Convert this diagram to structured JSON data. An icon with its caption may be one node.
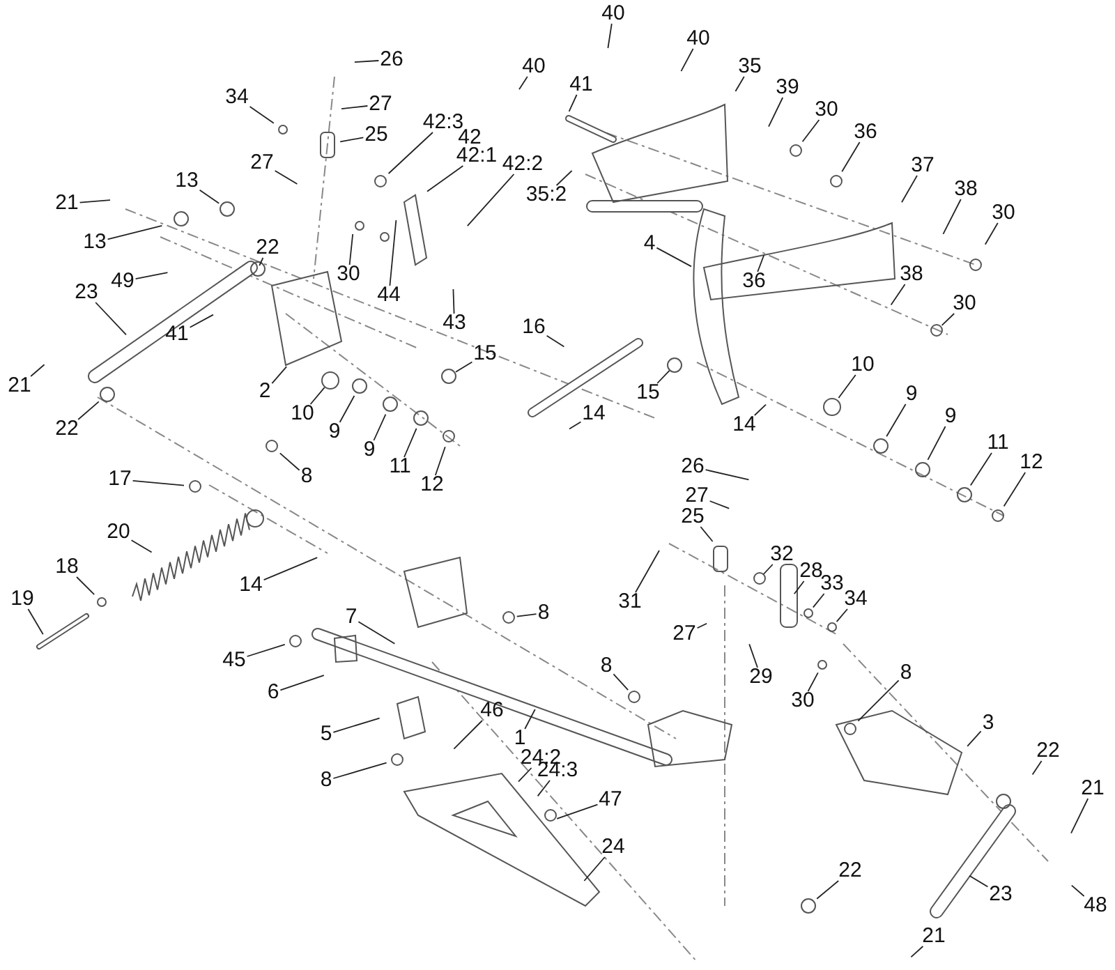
{
  "diagram": {
    "nodes": [
      {
        "text": [
          "26"
        ]
      },
      {
        "text": [
          "27"
        ]
      },
      {
        "text": [
          "34"
        ]
      },
      {
        "text": [
          "25"
        ]
      },
      {
        "text": [
          "27"
        ]
      },
      {
        "text": [
          "40"
        ]
      },
      {
        "text": [
          "42:3"
        ]
      },
      {
        "text": [
          "42:1"
        ]
      },
      {
        "text": [
          "42:2"
        ]
      },
      {
        "text": [
          "13"
        ]
      },
      {
        "text": [
          "21"
        ]
      },
      {
        "text": [
          "13"
        ]
      },
      {
        "text": [
          "49"
        ]
      },
      {
        "text": [
          "22"
        ]
      },
      {
        "text": [
          "30"
        ]
      },
      {
        "text": [
          "44"
        ]
      },
      {
        "text": [
          "43"
        ]
      },
      {
        "text": [
          "23"
        ]
      },
      {
        "text": [
          "16"
        ]
      },
      {
        "text": [
          "41"
        ]
      },
      {
        "text": [
          "15"
        ]
      },
      {
        "text": [
          "21"
        ]
      },
      {
        "text": [
          "2"
        ]
      },
      {
        "text": [
          "10"
        ]
      },
      {
        "text": [
          "9"
        ]
      },
      {
        "text": [
          "9"
        ]
      },
      {
        "text": [
          "11"
        ]
      },
      {
        "text": [
          "12"
        ]
      },
      {
        "text": [
          "22"
        ]
      },
      {
        "text": [
          "8"
        ]
      },
      {
        "text": [
          "17"
        ]
      },
      {
        "text": [
          "20"
        ]
      },
      {
        "text": [
          "18"
        ]
      },
      {
        "text": [
          "14"
        ]
      },
      {
        "text": [
          "19"
        ]
      },
      {
        "text": [
          "8"
        ]
      },
      {
        "text": [
          "7"
        ]
      },
      {
        "text": [
          "45"
        ]
      },
      {
        "text": [
          "6"
        ]
      },
      {
        "text": [
          "5"
        ]
      },
      {
        "text": [
          "46"
        ]
      },
      {
        "text": [
          "1"
        ]
      },
      {
        "text": [
          "8"
        ]
      },
      {
        "text": [
          "24:2"
        ]
      },
      {
        "text": [
          "24:3"
        ]
      },
      {
        "text": [
          "47"
        ]
      },
      {
        "text": [
          "24"
        ]
      },
      {
        "text": [
          "40"
        ]
      },
      {
        "text": [
          "40"
        ]
      },
      {
        "text": [
          "41"
        ]
      },
      {
        "text": [
          "35"
        ]
      },
      {
        "text": [
          "39"
        ]
      },
      {
        "text": [
          "30"
        ]
      },
      {
        "text": [
          "36"
        ]
      },
      {
        "text": [
          "37"
        ]
      },
      {
        "text": [
          "38"
        ]
      },
      {
        "text": [
          "30"
        ]
      },
      {
        "text": [
          "35:2"
        ]
      },
      {
        "text": [
          "4"
        ]
      },
      {
        "text": [
          "36"
        ]
      },
      {
        "text": [
          "38"
        ]
      },
      {
        "text": [
          "30"
        ]
      },
      {
        "text": [
          "10"
        ]
      },
      {
        "text": [
          "15"
        ]
      },
      {
        "text": [
          "9"
        ]
      },
      {
        "text": [
          "14"
        ]
      },
      {
        "text": [
          "14"
        ]
      },
      {
        "text": [
          "9"
        ]
      },
      {
        "text": [
          "11"
        ]
      },
      {
        "text": [
          "12"
        ]
      },
      {
        "text": [
          "26"
        ]
      },
      {
        "text": [
          "27"
        ]
      },
      {
        "text": [
          "25"
        ]
      },
      {
        "text": [
          "32"
        ]
      },
      {
        "text": [
          "28"
        ]
      },
      {
        "text": [
          "33"
        ]
      },
      {
        "text": [
          "34"
        ]
      },
      {
        "text": [
          "31"
        ]
      },
      {
        "text": [
          "27"
        ]
      },
      {
        "text": [
          "8"
        ]
      },
      {
        "text": [
          "8"
        ]
      },
      {
        "text": [
          "29"
        ]
      },
      {
        "text": [
          "30"
        ]
      },
      {
        "text": [
          "3"
        ]
      },
      {
        "text": [
          "22"
        ]
      },
      {
        "text": [
          "21"
        ]
      },
      {
        "text": [
          "23"
        ]
      },
      {
        "text": [
          "48"
        ]
      },
      {
        "text": [
          "22"
        ]
      },
      {
        "text": [
          "21"
        ]
      }
    ],
    "edges": [
      {
        "from": 0,
        "to": null,
        "arrow": "none"
      },
      {
        "from": 1,
        "to": null,
        "arrow": "none"
      },
      {
        "from": 2,
        "to": null,
        "arrow": "none"
      },
      {
        "from": 3,
        "to": null,
        "arrow": "none"
      },
      {
        "from": 4,
        "to": null,
        "arrow": "none"
      },
      {
        "from": 5,
        "to": null,
        "arrow": "none"
      },
      {
        "from": 6,
        "to": null,
        "arrow": "none"
      },
      {
        "from": 7,
        "to": null,
        "arrow": "none"
      },
      {
        "from": 8,
        "to": null,
        "arrow": "none"
      },
      {
        "from": 9,
        "to": null,
        "arrow": "none"
      },
      {
        "from": 10,
        "to": null,
        "arrow": "none"
      },
      {
        "from": 11,
        "to": null,
        "arrow": "none"
      },
      {
        "from": 12,
        "to": null,
        "arrow": "none"
      },
      {
        "from": 13,
        "to": null,
        "arrow": "none"
      },
      {
        "from": 14,
        "to": null,
        "arrow": "none"
      },
      {
        "from": 15,
        "to": null,
        "arrow": "none"
      },
      {
        "from": 16,
        "to": null,
        "arrow": "none"
      },
      {
        "from": 17,
        "to": null,
        "arrow": "none"
      },
      {
        "from": 18,
        "to": null,
        "arrow": "none"
      },
      {
        "from": 19,
        "to": null,
        "arrow": "none"
      },
      {
        "from": 20,
        "to": null,
        "arrow": "none"
      },
      {
        "from": 21,
        "to": null,
        "arrow": "none"
      },
      {
        "from": 22,
        "to": null,
        "arrow": "none"
      },
      {
        "from": 23,
        "to": null,
        "arrow": "none"
      },
      {
        "from": 24,
        "to": null,
        "arrow": "none"
      },
      {
        "from": 25,
        "to": null,
        "arrow": "none"
      },
      {
        "from": 26,
        "to": null,
        "arrow": "none"
      },
      {
        "from": 27,
        "to": null,
        "arrow": "none"
      },
      {
        "from": 28,
        "to": null,
        "arrow": "none"
      },
      {
        "from": 29,
        "to": null,
        "arrow": "none"
      },
      {
        "from": 30,
        "to": null,
        "arrow": "none"
      },
      {
        "from": 31,
        "to": null,
        "arrow": "none"
      },
      {
        "from": 32,
        "to": null,
        "arrow": "none"
      },
      {
        "from": 33,
        "to": null,
        "arrow": "none"
      },
      {
        "from": 34,
        "to": null,
        "arrow": "none"
      },
      {
        "from": 35,
        "to": null,
        "arrow": "none"
      },
      {
        "from": 36,
        "to": null,
        "arrow": "none"
      },
      {
        "from": 37,
        "to": null,
        "arrow": "none"
      },
      {
        "from": 38,
        "to": null,
        "arrow": "none"
      },
      {
        "from": 39,
        "to": null,
        "arrow": "none"
      },
      {
        "from": 40,
        "to": null,
        "arrow": "none"
      },
      {
        "from": 41,
        "to": null,
        "arrow": "none"
      },
      {
        "from": 42,
        "to": null,
        "arrow": "none"
      },
      {
        "from": 43,
        "to": null,
        "arrow": "none"
      },
      {
        "from": 44,
        "to": null,
        "arrow": "none"
      },
      {
        "from": 45,
        "to": null,
        "arrow": "none"
      },
      {
        "from": 46,
        "to": null,
        "arrow": "none"
      },
      {
        "from": 47,
        "to": null,
        "arrow": "none"
      },
      {
        "from": 48,
        "to": null,
        "arrow": "none"
      },
      {
        "from": 49,
        "to": null,
        "arrow": "none"
      },
      {
        "from": 50,
        "to": null,
        "arrow": "none"
      },
      {
        "from": 51,
        "to": null,
        "arrow": "none"
      },
      {
        "from": 52,
        "to": null,
        "arrow": "none"
      },
      {
        "from": 53,
        "to": null,
        "arrow": "none"
      },
      {
        "from": 54,
        "to": null,
        "arrow": "none"
      },
      {
        "from": 55,
        "to": null,
        "arrow": "none"
      },
      {
        "from": 56,
        "to": null,
        "arrow": "none"
      },
      {
        "from": 57,
        "to": null,
        "arrow": "none"
      },
      {
        "from": 58,
        "to": null,
        "arrow": "none"
      },
      {
        "from": 59,
        "to": null,
        "arrow": "none"
      },
      {
        "from": 60,
        "to": null,
        "arrow": "none"
      },
      {
        "from": 61,
        "to": null,
        "arrow": "none"
      },
      {
        "from": 62,
        "to": null,
        "arrow": "none"
      },
      {
        "from": 63,
        "to": null,
        "arrow": "none"
      },
      {
        "from": 64,
        "to": null,
        "arrow": "none"
      },
      {
        "from": 65,
        "to": null,
        "arrow": "none"
      },
      {
        "from": 66,
        "to": null,
        "arrow": "none"
      },
      {
        "from": 67,
        "to": null,
        "arrow": "none"
      },
      {
        "from": 68,
        "to": null,
        "arrow": "none"
      },
      {
        "from": 69,
        "to": null,
        "arrow": "none"
      },
      {
        "from": 70,
        "to": null,
        "arrow": "none"
      },
      {
        "from": 71,
        "to": null,
        "arrow": "none"
      },
      {
        "from": 72,
        "to": null,
        "arrow": "none"
      },
      {
        "from": 73,
        "to": null,
        "arrow": "none"
      },
      {
        "from": 74,
        "to": null,
        "arrow": "none"
      },
      {
        "from": 75,
        "to": null,
        "arrow": "none"
      },
      {
        "from": 76,
        "to": null,
        "arrow": "none"
      },
      {
        "from": 77,
        "to": null,
        "arrow": "none"
      },
      {
        "from": 78,
        "to": null,
        "arrow": "none"
      },
      {
        "from": 79,
        "to": null,
        "arrow": "none"
      },
      {
        "from": 80,
        "to": null,
        "arrow": "none"
      },
      {
        "from": 81,
        "to": null,
        "arrow": "none"
      },
      {
        "from": 82,
        "to": null,
        "arrow": "none"
      },
      {
        "from": 83,
        "to": null,
        "arrow": "none"
      },
      {
        "from": 84,
        "to": null,
        "arrow": "none"
      },
      {
        "from": 85,
        "to": null,
        "arrow": "none"
      },
      {
        "from": 86,
        "to": null,
        "arrow": "none"
      },
      {
        "from": 87,
        "to": null,
        "arrow": "none"
      },
      {
        "from": 88,
        "to": null,
        "arrow": "none"
      },
      {
        "from": 89,
        "to": null,
        "arrow": "none"
      }
    ],
    "labels": [
      "42"
    ]
  }
}
